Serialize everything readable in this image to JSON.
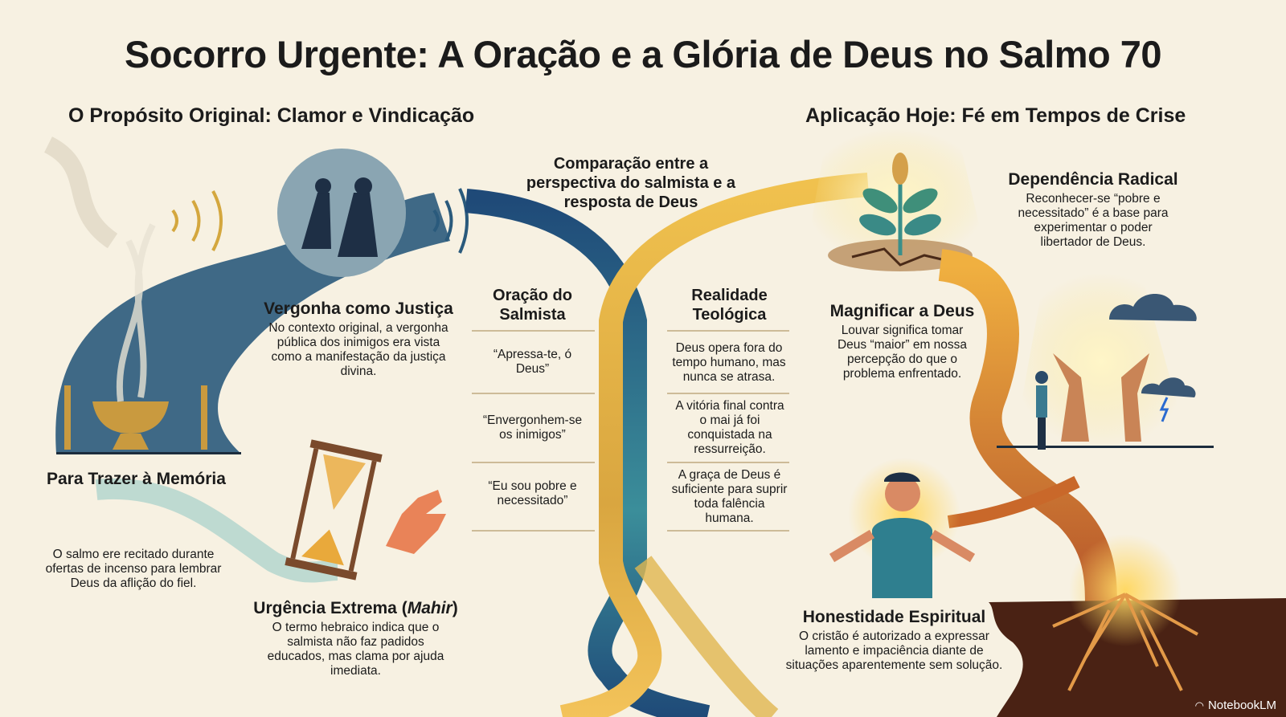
{
  "title": "Socorro Urgente: A Oração e a Glória de Deus no Salmo 70",
  "left_section": {
    "heading": "O Propósito Original: Clamor e Vindicação",
    "blocks": [
      {
        "title": "Vergonha como Justiça",
        "text": "No contexto original, a vergonha pública dos inimigos era vista como a manifestação da justiça divina."
      },
      {
        "title": "Para Trazer à Memória",
        "text": "O salmo ere recitado durante ofertas de incenso para lembrar Deus da aflição do fiel."
      },
      {
        "title_main": "Urgência Extrema (",
        "title_em": "Mahir",
        "title_end": ")",
        "text": "O termo hebraico indica que o salmista não faz padidos educados, mas clama por ajuda imediata."
      }
    ]
  },
  "center": {
    "heading": "Comparação entre a perspectiva do salmista e a resposta de Deus",
    "col_left": "Oração do Salmista",
    "col_right": "Realidade Teológica",
    "rows": [
      {
        "prayer": "“Apressa-te, ó Deus”",
        "reality": "Deus opera fora do tempo humano, mas nunca se atrasa."
      },
      {
        "prayer": "“Envergonhem-se os inimigos”",
        "reality": "A vitória final contra o mai já foi conquistada na ressurreição."
      },
      {
        "prayer": "“Eu sou pobre e necessitado”",
        "reality": "A graça de Deus é suficiente para suprir toda falência humana."
      }
    ]
  },
  "right_section": {
    "heading": "Aplicação Hoje: Fé em Tempos de Crise",
    "blocks": [
      {
        "title": "Dependência Radical",
        "text": "Reconhecer-se “pobre e necessitado” é a base para experimentar o poder libertador de Deus."
      },
      {
        "title": "Magnificar a Deus",
        "text": "Louvar significa tomar Deus “maior” em nossa percepção do que o problema enfrentado."
      },
      {
        "title": "Honestidade Espiritual",
        "text": "O cristão é autorizado a expressar lamento e impaciência diante de situações aparentemente sem solução."
      }
    ]
  },
  "watermark": "NotebookLM",
  "colors": {
    "background": "#f7f1e2",
    "blue": "#1f4e79",
    "teal": "#3a8f9a",
    "gold": "#e8b33c",
    "orange": "#c9682a",
    "soil": "#4a2214"
  }
}
